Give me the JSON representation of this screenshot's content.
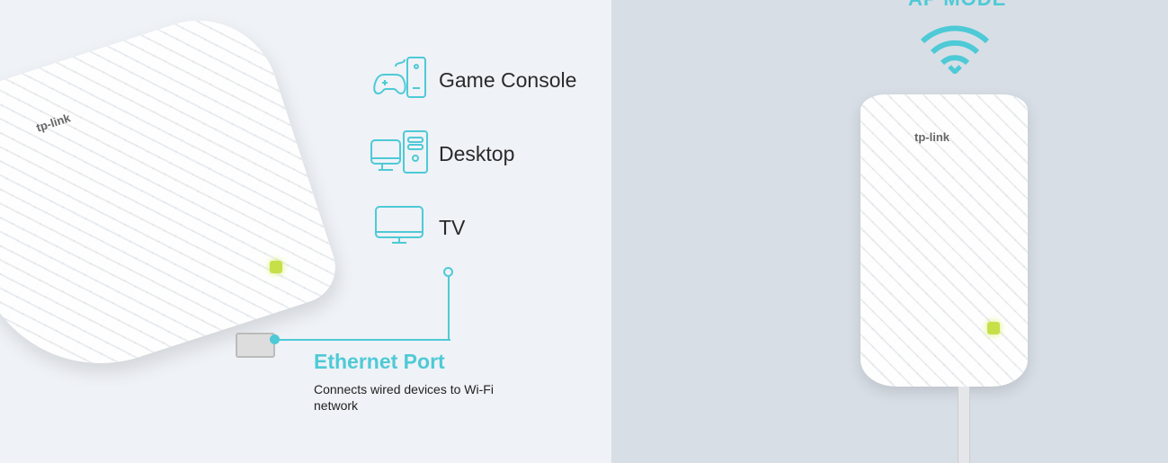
{
  "devices": [
    {
      "label": "Game Console",
      "icon": "game-console-icon"
    },
    {
      "label": "Desktop",
      "icon": "desktop-icon"
    },
    {
      "label": "TV",
      "icon": "tv-icon"
    }
  ],
  "ethernet": {
    "title": "Ethernet Port",
    "description": "Connects wired devices to Wi-Fi network"
  },
  "ap_mode": {
    "title": "AP MODE",
    "icon": "wifi-icon"
  },
  "brand_logo": "tp-link",
  "colors": {
    "accent": "#4ecad6",
    "left_bg": "#eff2f7",
    "right_bg": "#d8dee6",
    "led": "#c7e04a"
  }
}
